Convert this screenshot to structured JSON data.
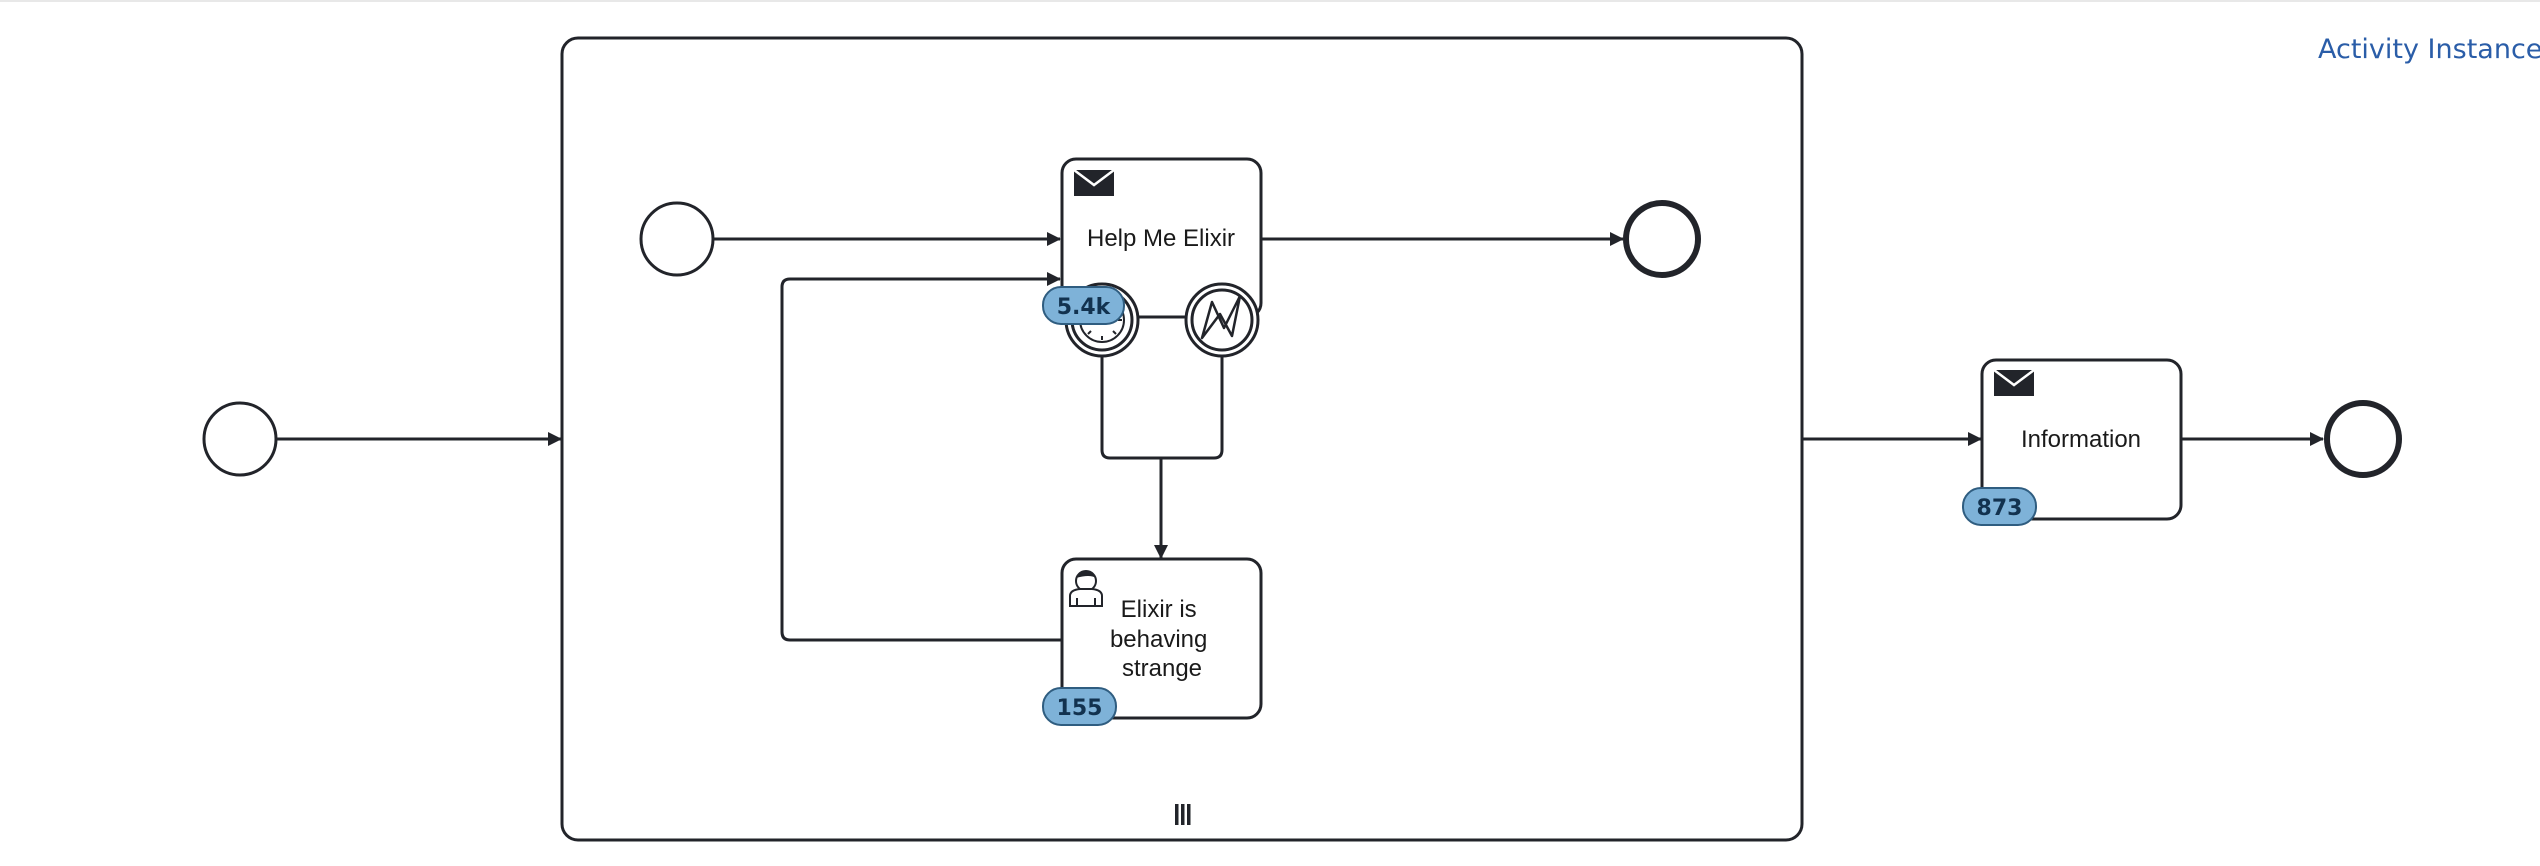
{
  "header": {
    "activity_link": "Activity Instance S"
  },
  "diagram": {
    "tasks": {
      "help_me_elixir": {
        "label": "Help Me Elixir",
        "count": "5.4k",
        "icon": "envelope-icon"
      },
      "elixir_strange": {
        "label_lines": [
          "Elixir is",
          "behaving",
          "strange"
        ],
        "count": "155",
        "icon": "user-icon"
      },
      "information": {
        "label": "Information",
        "count": "873",
        "icon": "envelope-icon"
      }
    },
    "boundary_events": [
      "timer-icon",
      "error-icon"
    ],
    "subprocess_marker": "parallel-multi-instance-icon",
    "colors": {
      "stroke": "#22242a",
      "badge_fill": "#7eb2d8",
      "badge_stroke": "#2f5d80",
      "link": "#2a5da8"
    }
  }
}
